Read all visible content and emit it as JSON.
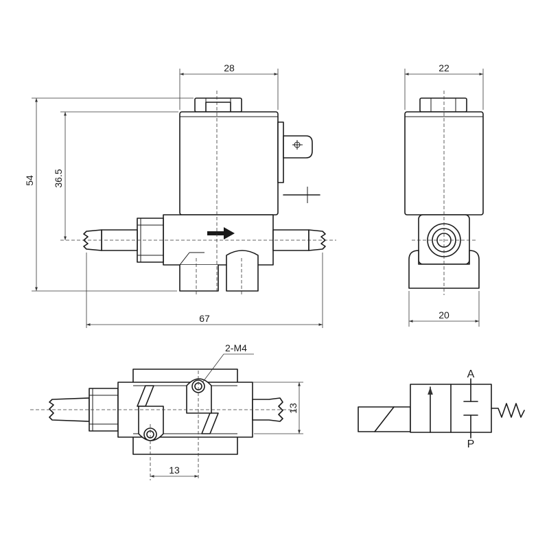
{
  "front_view": {
    "dim_width": "28",
    "dim_height_total": "54",
    "dim_height_axis": "36.5",
    "dim_length_total": "67"
  },
  "side_view": {
    "dim_top_width": "22",
    "dim_base_width": "20"
  },
  "bottom_view": {
    "thread_callout": "2-M4",
    "dim_hole_spacing": "13",
    "dim_hole_offset": "13"
  },
  "symbol": {
    "port_a": "A",
    "port_p": "P"
  }
}
